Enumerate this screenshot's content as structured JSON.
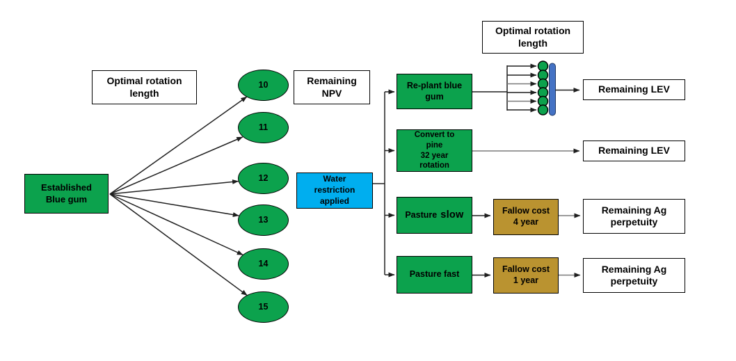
{
  "colors": {
    "green": "#0ca24d",
    "cyan": "#00aeef",
    "gold": "#ba9330",
    "bar_blue": "#4472c4"
  },
  "root_node": {
    "label": "Established\nBlue gum"
  },
  "headers": {
    "optimal_rotation_left": "Optimal rotation\nlength",
    "remaining_npv": "Remaining\nNPV",
    "optimal_rotation_right": "Optimal rotation\nlength"
  },
  "rotation_lengths": [
    "10",
    "11",
    "12",
    "13",
    "14",
    "15"
  ],
  "event_node": {
    "label": "Water\nrestriction\napplied"
  },
  "decision_nodes": {
    "replant": "Re-plant blue\ngum",
    "convert": "Convert to\npine\n32 year\nrotation",
    "pasture_slow_prefix": "Pasture",
    "pasture_slow_emph": "slow",
    "pasture_fast": "Pasture fast"
  },
  "cost_nodes": {
    "fallow_4yr": "Fallow cost\n4 year",
    "fallow_1yr": "Fallow cost\n1 year"
  },
  "outcome_labels": {
    "lev_replant": "Remaining LEV",
    "lev_pine": "Remaining LEV",
    "ag_slow": "Remaining Ag\nperpetuity",
    "ag_fast": "Remaining Ag\nperpetuity"
  }
}
